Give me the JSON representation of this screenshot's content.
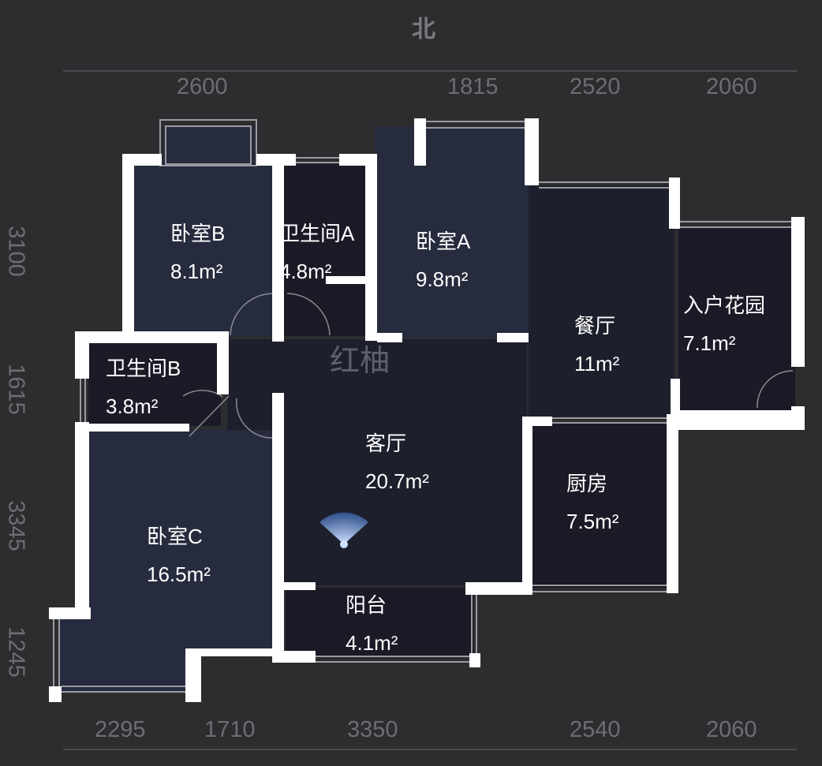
{
  "compass": {
    "north_label": "北"
  },
  "watermark": "红柚",
  "dimensions": {
    "top": [
      "2600",
      "1815",
      "2520",
      "2060"
    ],
    "bottom": [
      "2295",
      "1710",
      "3350",
      "2540",
      "2060"
    ],
    "left": [
      "3100",
      "1615",
      "3345",
      "1245"
    ]
  },
  "rooms": [
    {
      "name": "卧室B",
      "area": "8.1m²"
    },
    {
      "name": "卫生间A",
      "area": "4.8m²"
    },
    {
      "name": "卧室A",
      "area": "9.8m²"
    },
    {
      "name": "餐厅",
      "area": "11m²"
    },
    {
      "name": "入户花园",
      "area": "7.1m²"
    },
    {
      "name": "卫生间B",
      "area": "3.8m²"
    },
    {
      "name": "客厅",
      "area": "20.7m²"
    },
    {
      "name": "厨房",
      "area": "7.5m²"
    },
    {
      "name": "卧室C",
      "area": "16.5m²"
    },
    {
      "name": "阳台",
      "area": "4.1m²"
    }
  ],
  "colors": {
    "background": "#2d2d30",
    "room_fill": "#1d1f2c",
    "bedroom_fill": "#252a3d",
    "wall": "#ffffff"
  }
}
